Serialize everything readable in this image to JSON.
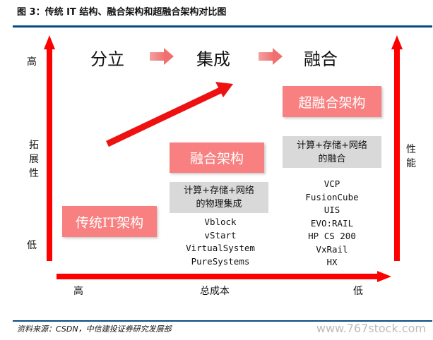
{
  "title": "图 3：传统 IT 结构、融合架构和超融合架构对比图",
  "stages": [
    "分立",
    "集成",
    "融合"
  ],
  "y_axis": {
    "label": "拓展性",
    "high": "高",
    "low": "低"
  },
  "right_axis": {
    "label": "性能"
  },
  "x_axis": {
    "label": "总成本",
    "high": "高",
    "low": "低"
  },
  "traditional": {
    "title": "传统IT架构"
  },
  "converged": {
    "title": "融合架构",
    "desc": [
      "计算+存储+网络",
      "的物理集成"
    ],
    "products": [
      "Vblock",
      "vStart",
      "VirtualSystem",
      "PureSystems"
    ]
  },
  "hyperconverged": {
    "title": "超融合架构",
    "desc": [
      "计算+存储+网络",
      "的融合"
    ],
    "products": [
      "VCP",
      "FusionCube",
      "UIS",
      "EVO:RAIL",
      "HP CS 200",
      "VxRail",
      "HX"
    ]
  },
  "source": "资料来源：CSDN，中信建投证券研究发展部",
  "watermark": "www.767stock.com",
  "colors": {
    "accent": "#ff0000",
    "pink": "#f88080",
    "rule": "#0b4a7d"
  }
}
